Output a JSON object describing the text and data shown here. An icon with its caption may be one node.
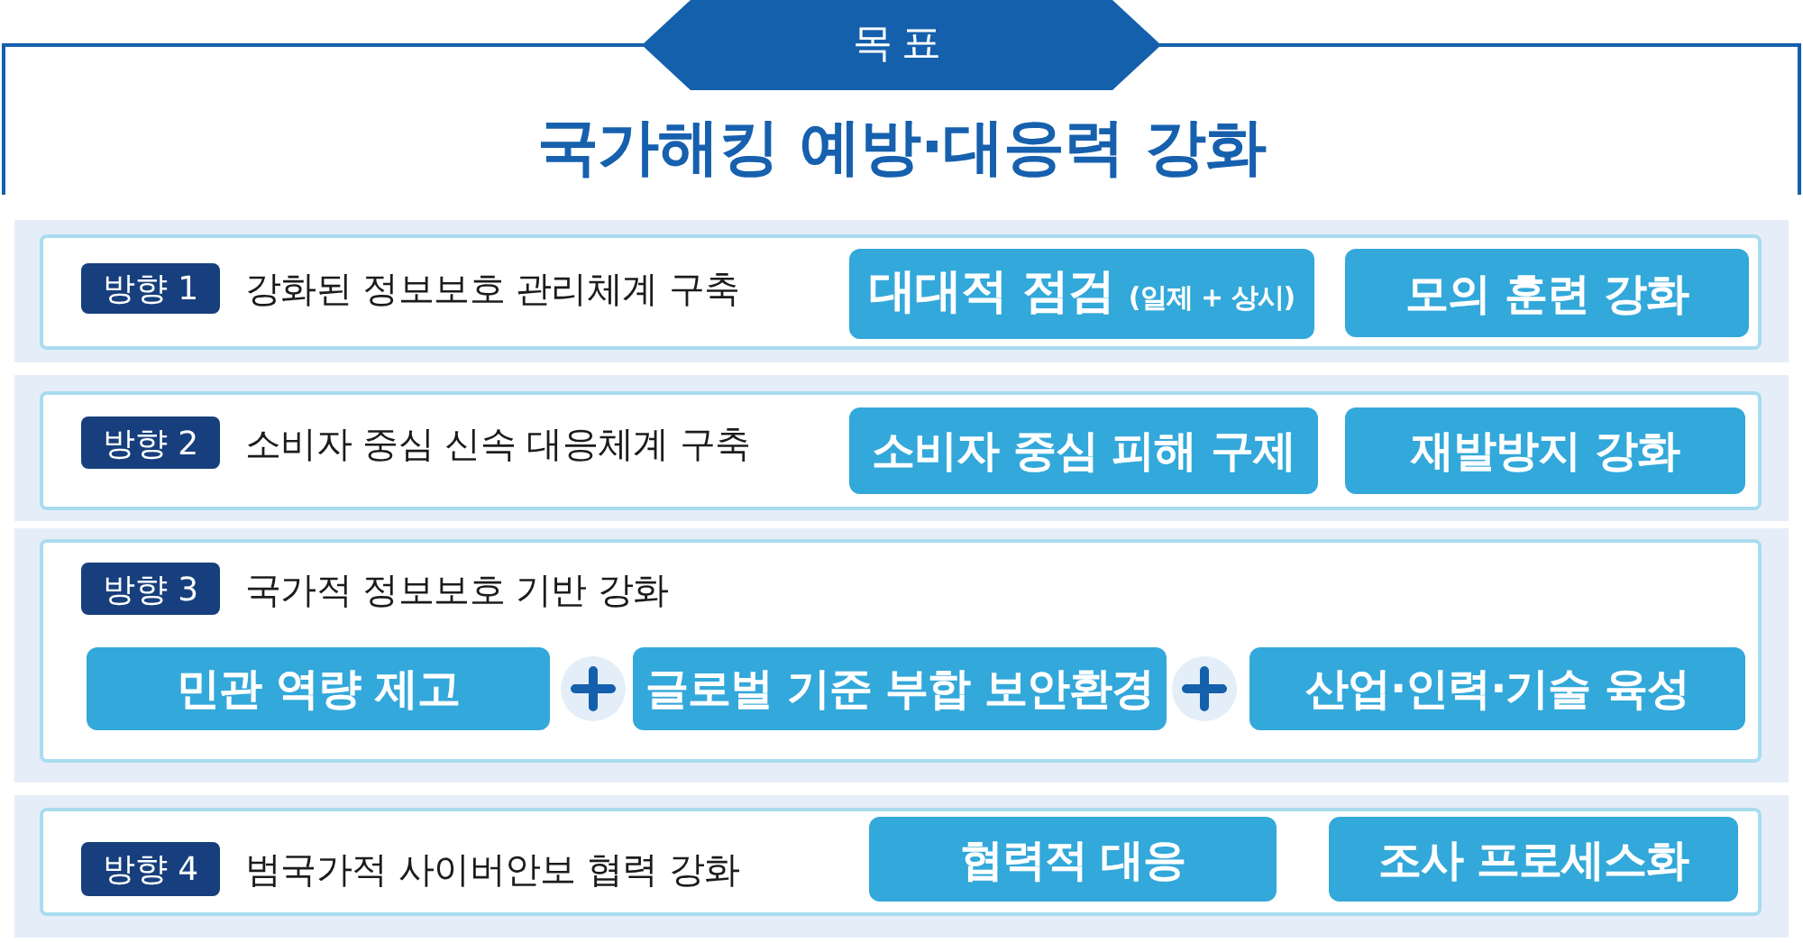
{
  "diagram": {
    "nodes": [
      {
        "text": [
          "목표"
        ]
      },
      {
        "text": [
          "국가해킹 예방·대응력 강화"
        ]
      },
      {
        "text": [
          "강화된 정보보호 관리체계 구축"
        ]
      },
      {
        "text": [
          "방향 1"
        ],
        "in": 2
      },
      {
        "text": [
          "대대적 점검",
          "(일제 + 상시)"
        ],
        "in": 2
      },
      {
        "text": [
          "모의 훈련 강화"
        ],
        "in": 2
      },
      {
        "text": [
          "소비자 중심 신속 대응체계 구축"
        ]
      },
      {
        "text": [
          "방향 2"
        ],
        "in": 6
      },
      {
        "text": [
          "소비자 중심 피해 구제"
        ],
        "in": 6
      },
      {
        "text": [
          "재발방지 강화"
        ],
        "in": 6
      },
      {
        "text": [
          "국가적 정보보호 기반 강화"
        ]
      },
      {
        "text": [
          "방향 3"
        ],
        "in": 10
      },
      {
        "text": [
          "민관 역량 제고"
        ],
        "in": 10
      },
      {
        "text": [
          "글로벌 기준 부합 보안환경"
        ],
        "in": 10
      },
      {
        "text": [
          "산업·인력·기술 육성"
        ],
        "in": 10
      },
      {
        "text": [
          "범국가적 사이버안보 협력 강화"
        ]
      },
      {
        "text": [
          "방향 4"
        ],
        "in": 15
      },
      {
        "text": [
          "협력적 대응"
        ],
        "in": 15
      },
      {
        "text": [
          "조사 프로세스화"
        ],
        "in": 15
      }
    ]
  }
}
